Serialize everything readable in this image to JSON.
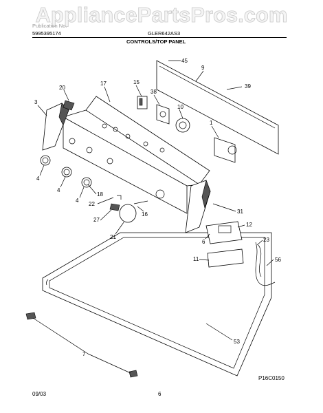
{
  "watermark": "AppliancePartsPros.com",
  "header": {
    "publication_label": "Publication No.",
    "publication_no": "5995395174",
    "model_label": "GLER642AS3",
    "section_title": "CONTROLS/TOP PANEL"
  },
  "parts": [
    {
      "key": "p45",
      "num": "45"
    },
    {
      "key": "p9",
      "num": "9"
    },
    {
      "key": "p39",
      "num": "39"
    },
    {
      "key": "p20",
      "num": "20"
    },
    {
      "key": "p17",
      "num": "17"
    },
    {
      "key": "p15",
      "num": "15"
    },
    {
      "key": "p38",
      "num": "38"
    },
    {
      "key": "p10",
      "num": "10"
    },
    {
      "key": "p3",
      "num": "3"
    },
    {
      "key": "p1",
      "num": "1"
    },
    {
      "key": "p4a",
      "num": "4"
    },
    {
      "key": "p4b",
      "num": "4"
    },
    {
      "key": "p4c",
      "num": "4"
    },
    {
      "key": "p18",
      "num": "18"
    },
    {
      "key": "p22",
      "num": "22"
    },
    {
      "key": "p27",
      "num": "27"
    },
    {
      "key": "p16",
      "num": "16"
    },
    {
      "key": "p21",
      "num": "21"
    },
    {
      "key": "p31",
      "num": "31"
    },
    {
      "key": "p12",
      "num": "12"
    },
    {
      "key": "p6",
      "num": "6"
    },
    {
      "key": "p23",
      "num": "23"
    },
    {
      "key": "p11",
      "num": "11"
    },
    {
      "key": "p56",
      "num": "56"
    },
    {
      "key": "p53",
      "num": "53"
    },
    {
      "key": "p7",
      "num": "7"
    }
  ],
  "footer": {
    "figure_code": "P16C0150",
    "date": "09/03",
    "page": "6"
  }
}
